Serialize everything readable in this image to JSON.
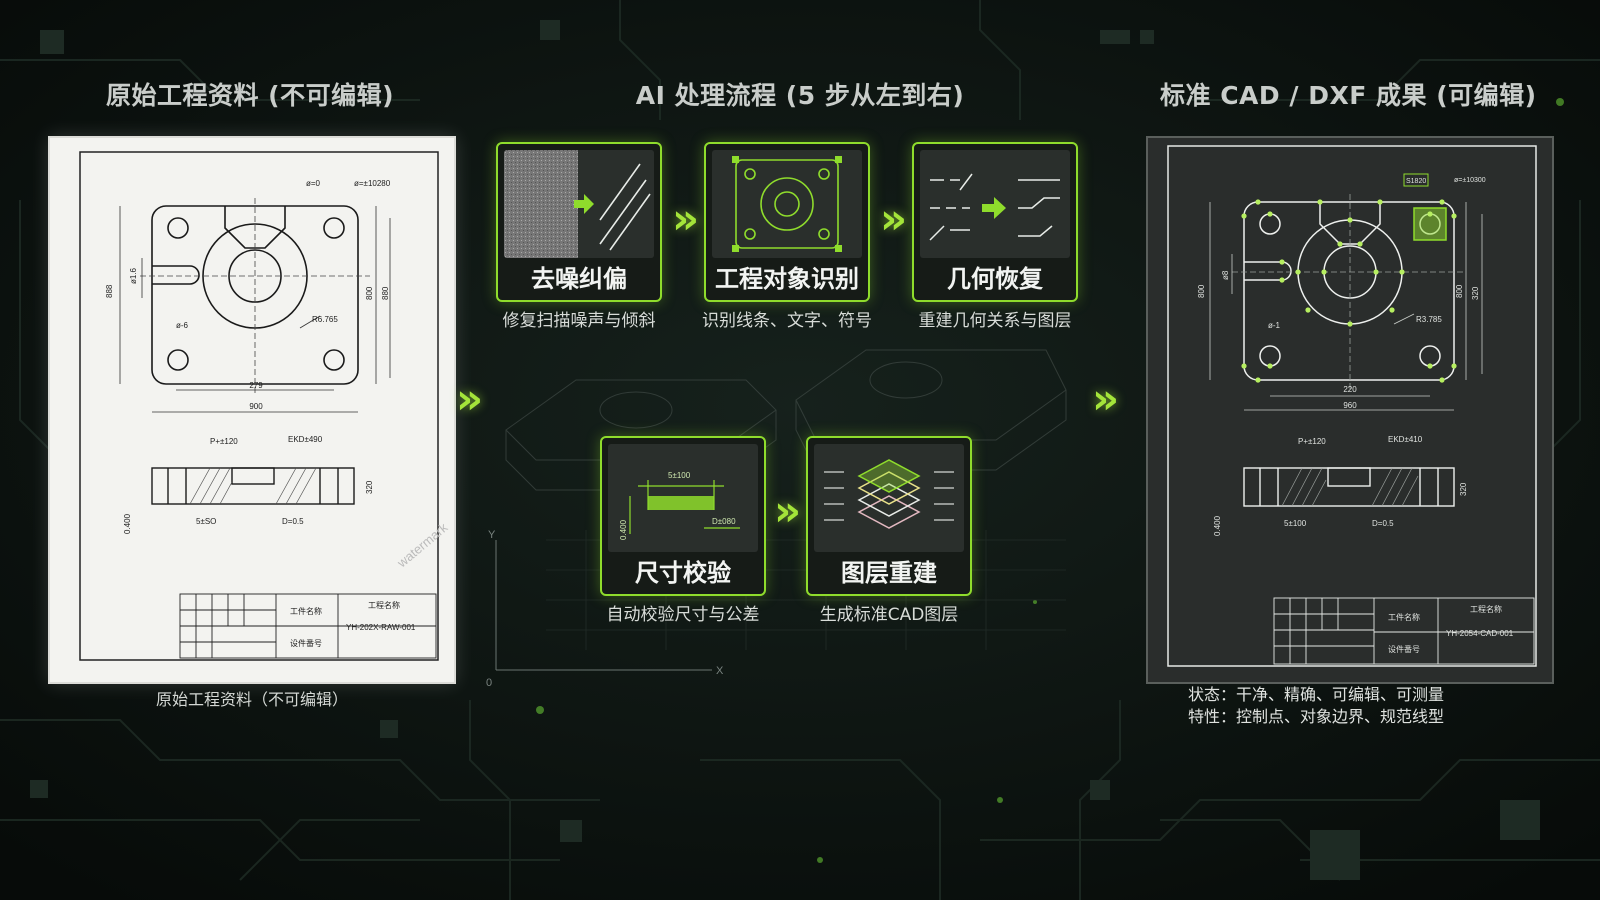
{
  "headings": {
    "left": "原始工程资料 (不可编辑)",
    "middle": "AI 处理流程 (5 步从左到右)",
    "right": "标准 CAD / DXF 成果 (可编辑)"
  },
  "left_caption": "原始工程资料（不可编辑）",
  "steps": [
    {
      "title": "去噪纠偏",
      "subtitle": "修复扫描噪声与倾斜"
    },
    {
      "title": "工程对象识别",
      "subtitle": "识别线条、文字、符号"
    },
    {
      "title": "几何恢复",
      "subtitle": "重建几何关系与图层"
    },
    {
      "title": "尺寸校验",
      "subtitle": "自动校验尺寸与公差"
    },
    {
      "title": "图层重建",
      "subtitle": "生成标准CAD图层"
    }
  ],
  "right_status": {
    "line1": "状态：干净、精确、可编辑、可测量",
    "line2": "特性：控制点、对象边界、规范线型"
  },
  "left_drawing": {
    "dim_width_small": "279",
    "dim_width": "900",
    "dim_height_left": "888",
    "dim_height_small": "ø1.6",
    "dim_height_right": "800",
    "dim_height_right2": "880",
    "hole_note": "ø=0",
    "hole_note2": "ø=±10280",
    "radius_note": "R6.765",
    "small_note": "ø-6",
    "section_note1": "P+±120",
    "section_note2": "EKD±490",
    "section_height": "320",
    "section_bottom1": "5±SO",
    "section_bottom2": "D=0.5",
    "section_left": "0.400",
    "title_label1": "工件名称",
    "title_label2": "工程名称",
    "title_label3": "设件番号",
    "drawing_no": "YH-202X-RAW-001",
    "watermark": "watermark"
  },
  "right_drawing": {
    "dim_width_small": "220",
    "dim_width": "960",
    "dim_height_left": "800",
    "dim_height_small": "ø8",
    "dim_height_right": "800",
    "dim_height_right2": "320",
    "hole_tag": "S1820",
    "hole_note2": "ø=±10300",
    "radius_note": "R3.785",
    "small_note": "ø-1",
    "section_note1": "P+±120",
    "section_note2": "EKD±410",
    "section_height": "320",
    "section_bottom1": "5±100",
    "section_bottom2": "D=0.5",
    "section_left": "0.400",
    "title_label1": "工件名称",
    "title_label2": "工程名称",
    "title_label3": "设件番号",
    "drawing_no": "YH-2054-CAD-001"
  },
  "step4_notes": {
    "top": "5±100",
    "right": "D±080",
    "left": "0.400"
  },
  "axis_labels": {
    "y": "Y",
    "x": "X",
    "origin": "0"
  },
  "colors": {
    "accent": "#8fdc2c",
    "background": "#0b1210",
    "sheet_light": "#f3f3f0",
    "sheet_dark": "#2a2d2c"
  }
}
